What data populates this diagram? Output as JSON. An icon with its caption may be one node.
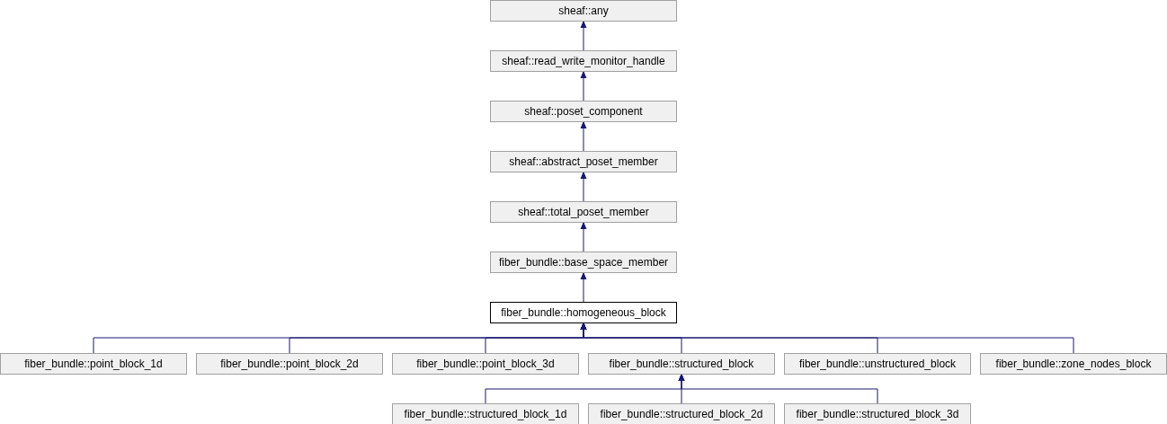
{
  "diagram": {
    "nodes": [
      {
        "text": [
          "sheaf::any"
        ]
      },
      {
        "text": [
          "sheaf::read_write_monitor_handle"
        ]
      },
      {
        "text": [
          "sheaf::poset_component"
        ]
      },
      {
        "text": [
          "sheaf::abstract_poset_member"
        ]
      },
      {
        "text": [
          "sheaf::total_poset_member"
        ]
      },
      {
        "text": [
          "fiber_bundle::base_space_member"
        ]
      },
      {
        "text": [
          "fiber_bundle::homogeneous_block"
        ]
      },
      {
        "text": [
          "fiber_bundle::point_block_1d"
        ]
      },
      {
        "text": [
          "fiber_bundle::point_block_2d"
        ]
      },
      {
        "text": [
          "fiber_bundle::point_block_3d"
        ]
      },
      {
        "text": [
          "fiber_bundle::structured_block"
        ]
      },
      {
        "text": [
          "fiber_bundle::unstructured_block"
        ]
      },
      {
        "text": [
          "fiber_bundle::zone_nodes_block"
        ]
      },
      {
        "text": [
          "fiber_bundle::structured_block_1d"
        ]
      },
      {
        "text": [
          "fiber_bundle::structured_block_2d"
        ]
      },
      {
        "text": [
          "fiber_bundle::structured_block_3d"
        ]
      }
    ],
    "edges": [
      {
        "from": 1,
        "to": 0,
        "arrow": "to"
      },
      {
        "from": 2,
        "to": 1,
        "arrow": "to"
      },
      {
        "from": 3,
        "to": 2,
        "arrow": "to"
      },
      {
        "from": 4,
        "to": 3,
        "arrow": "to"
      },
      {
        "from": 5,
        "to": 4,
        "arrow": "to"
      },
      {
        "from": 6,
        "to": 5,
        "arrow": "to"
      },
      {
        "from": 7,
        "to": 6,
        "arrow": "to"
      },
      {
        "from": 8,
        "to": 6,
        "arrow": "to"
      },
      {
        "from": 9,
        "to": 6,
        "arrow": "to"
      },
      {
        "from": 10,
        "to": 6,
        "arrow": "to"
      },
      {
        "from": 11,
        "to": 6,
        "arrow": "to"
      },
      {
        "from": 12,
        "to": 6,
        "arrow": "to"
      },
      {
        "from": 13,
        "to": 10,
        "arrow": "to"
      },
      {
        "from": 14,
        "to": 10,
        "arrow": "to"
      },
      {
        "from": 15,
        "to": 10,
        "arrow": "to"
      }
    ]
  }
}
